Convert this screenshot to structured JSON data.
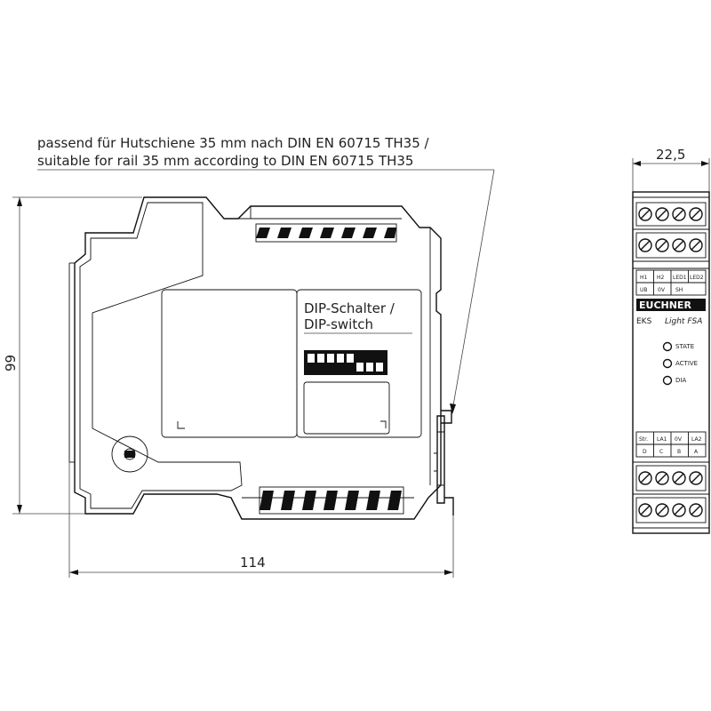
{
  "note": {
    "line1": "passend für Hutschiene 35 mm nach DIN EN 60715 TH35 /",
    "line2": "suitable for rail 35 mm according to DIN EN 60715 TH35"
  },
  "dimensions": {
    "height": "99",
    "length": "114",
    "width": "22,5"
  },
  "dip_label": {
    "line1": "DIP-Schalter /",
    "line2": "DIP-switch"
  },
  "front": {
    "top_labels_row1": [
      "H1",
      "H2",
      "LED1",
      "LED2"
    ],
    "top_labels_row2": [
      "UB",
      "0V",
      "SH"
    ],
    "brand": "EUCHNER",
    "product_left": "EKS",
    "product_right": "Light FSA",
    "leds": [
      "STATE",
      "ACTIVE",
      "DIA"
    ],
    "bottom_labels_row1": [
      "Str.",
      "LA1",
      "0V",
      "LA2"
    ],
    "bottom_labels_row2": [
      "D",
      "C",
      "B",
      "A"
    ]
  }
}
